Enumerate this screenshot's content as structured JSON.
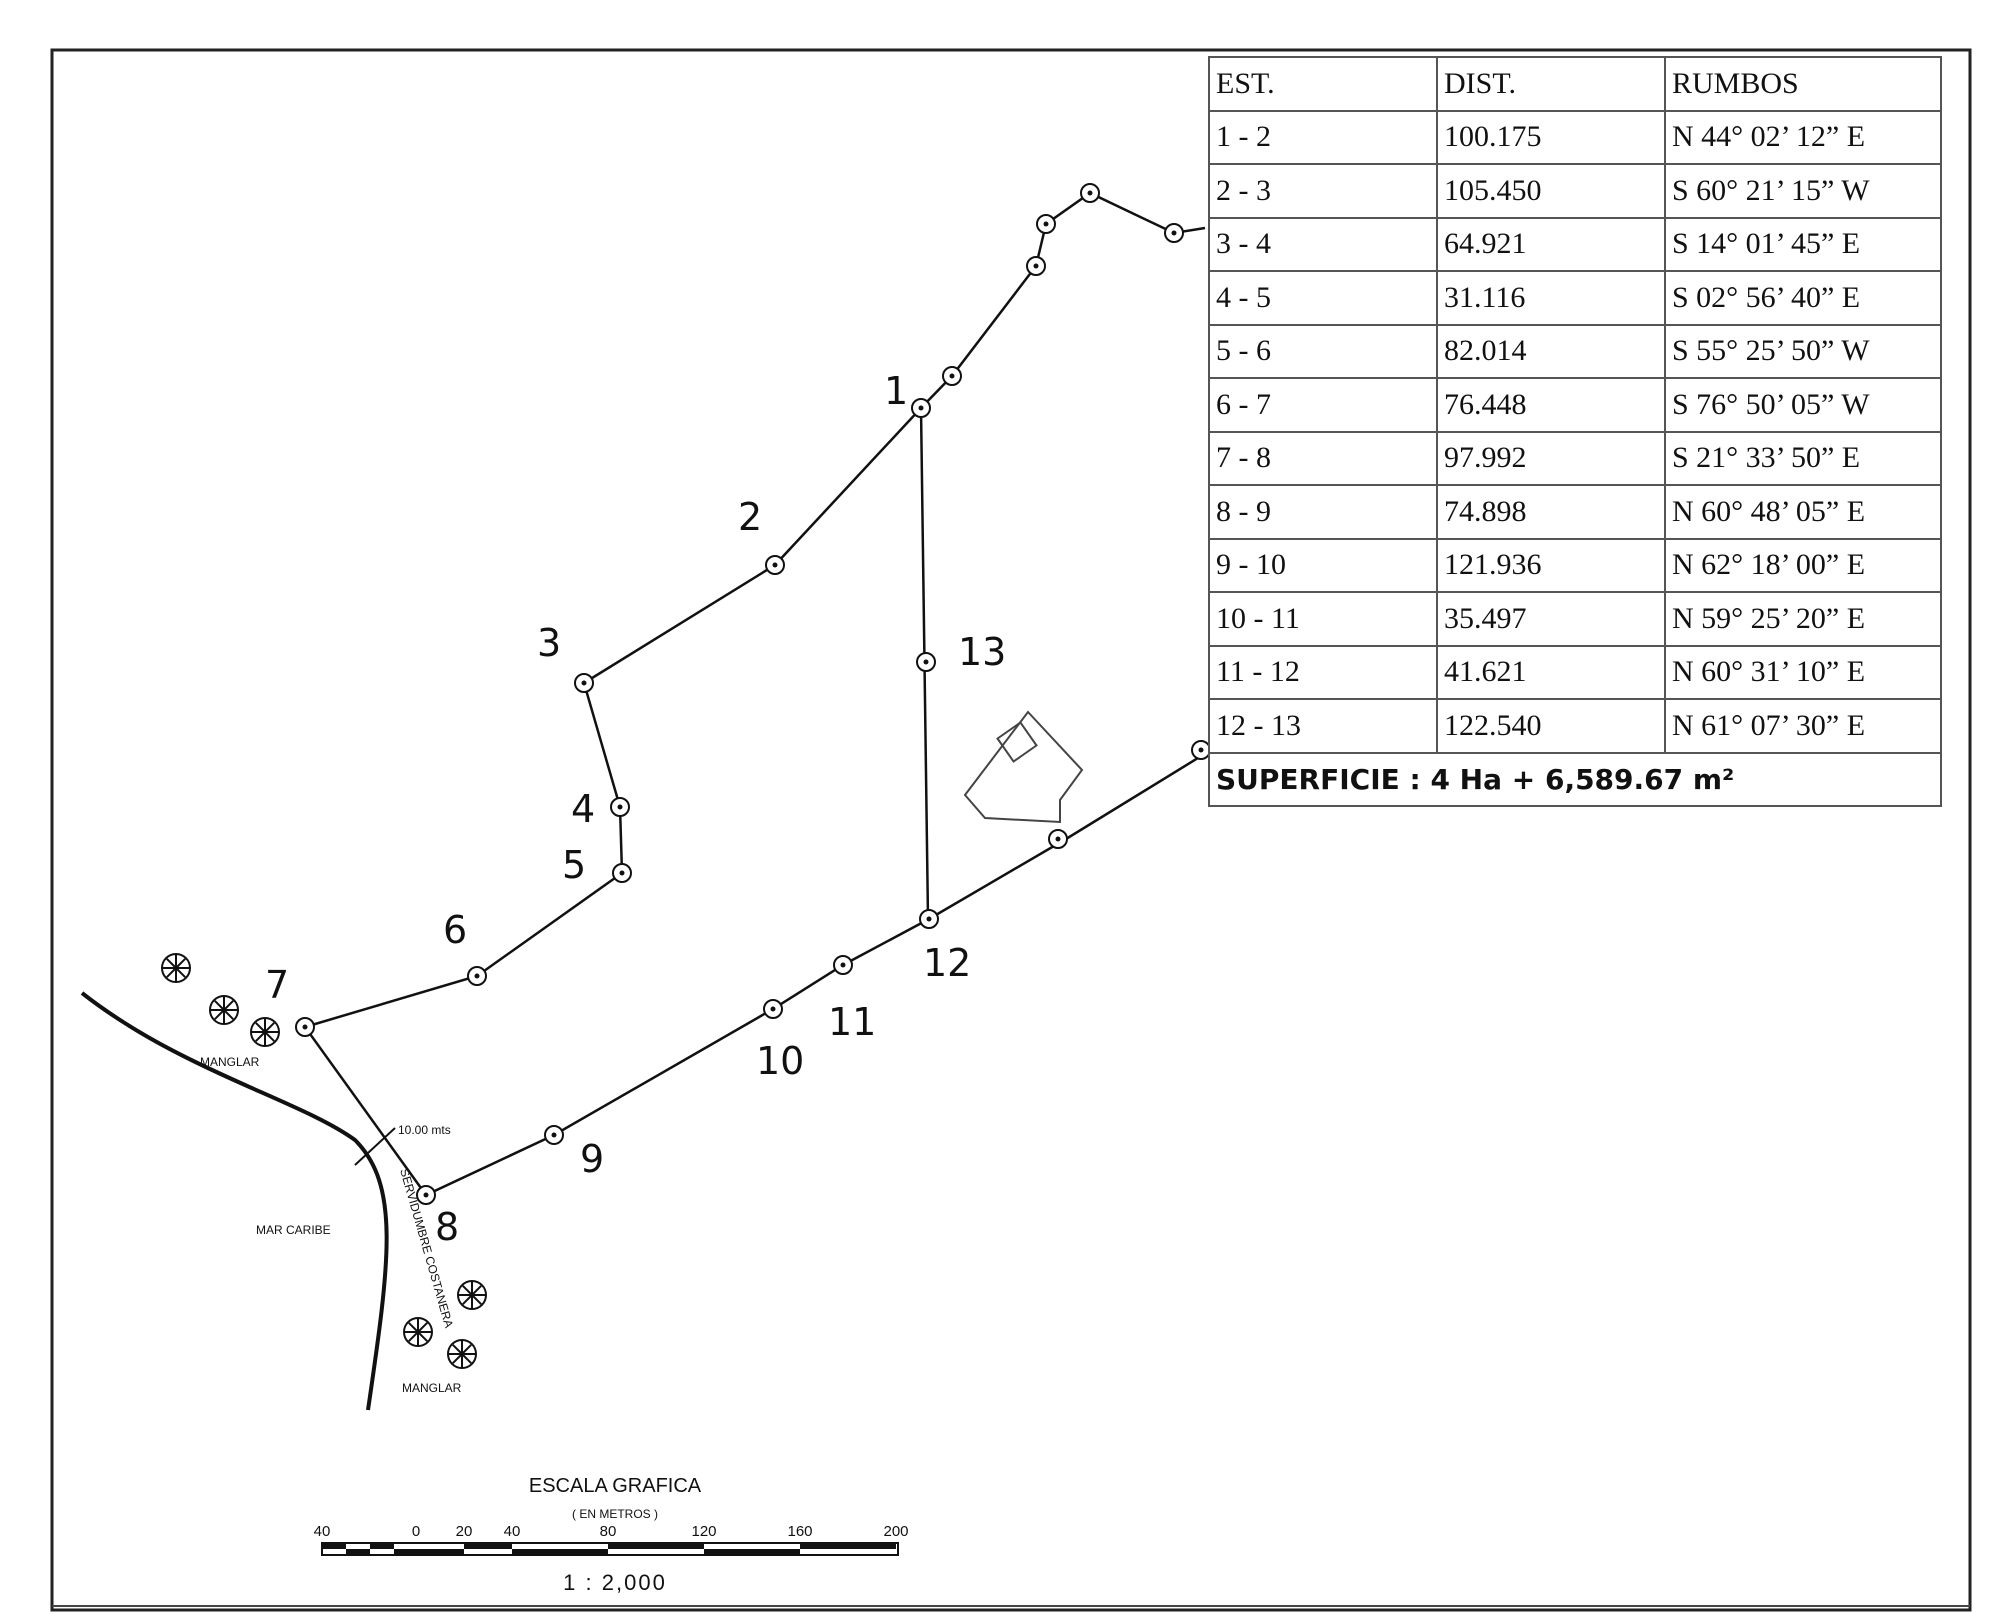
{
  "table": {
    "headers": [
      "EST.",
      "DIST.",
      "RUMBOS"
    ],
    "rows": [
      {
        "est": "1 - 2",
        "dist": "100.175",
        "rumbo": "N 44° 02’ 12” E"
      },
      {
        "est": "2 - 3",
        "dist": "105.450",
        "rumbo": "S 60° 21’ 15” W"
      },
      {
        "est": "3 - 4",
        "dist": "64.921",
        "rumbo": "S 14° 01’ 45” E"
      },
      {
        "est": "4 - 5",
        "dist": "31.116",
        "rumbo": "S 02° 56’ 40” E"
      },
      {
        "est": "5 - 6",
        "dist": "82.014",
        "rumbo": "S 55° 25’ 50” W"
      },
      {
        "est": "6 - 7",
        "dist": "76.448",
        "rumbo": "S 76° 50’ 05” W"
      },
      {
        "est": "7 - 8",
        "dist": "97.992",
        "rumbo": "S 21° 33’ 50” E"
      },
      {
        "est": "8 - 9",
        "dist": "74.898",
        "rumbo": "N 60° 48’ 05” E"
      },
      {
        "est": "9 - 10",
        "dist": "121.936",
        "rumbo": "N 62° 18’ 00” E"
      },
      {
        "est": "10 - 11",
        "dist": "35.497",
        "rumbo": "N 59° 25’ 20” E"
      },
      {
        "est": "11 - 12",
        "dist": "41.621",
        "rumbo": "N 60° 31’ 10” E"
      },
      {
        "est": "12 - 13",
        "dist": "122.540",
        "rumbo": "N 61° 07’ 30” E"
      }
    ],
    "superficie": "SUPERFICIE : 4 Ha + 6,589.67 m²"
  },
  "stations": [
    "1",
    "2",
    "3",
    "4",
    "5",
    "6",
    "7",
    "8",
    "9",
    "10",
    "11",
    "12",
    "13"
  ],
  "map_labels": {
    "manglar": "MANGLAR",
    "mar_caribe": "MAR CARIBE",
    "zona_costera": "SERVIDUMBRE COSTANERA",
    "offset": "10.00 mts"
  },
  "scale": {
    "title": "ESCALA GRAFICA",
    "subtitle": "( EN METROS )",
    "ticks": [
      "40",
      "0",
      "20",
      "40",
      "80",
      "120",
      "160",
      "200"
    ],
    "ratio": "1 : 2,000"
  }
}
